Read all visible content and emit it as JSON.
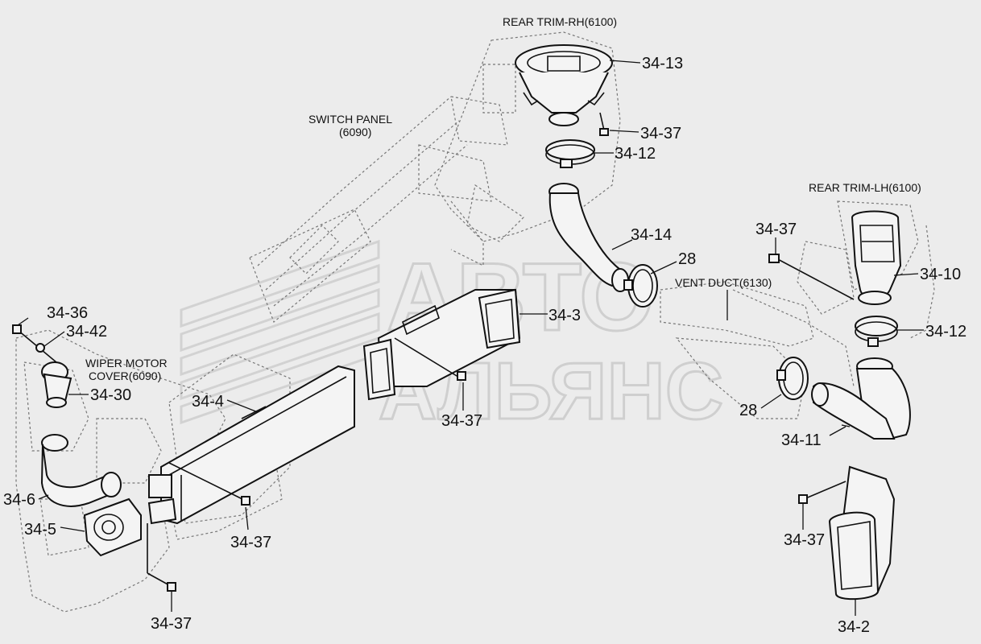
{
  "references": {
    "rear_trim_rh": "REAR TRIM-RH(6100)",
    "rear_trim_lh": "REAR TRIM-LH(6100)",
    "switch_panel_1": "SWITCH PANEL",
    "switch_panel_2": "(6090)",
    "wiper_cover_1": "WIPER MOTOR",
    "wiper_cover_2": "COVER(6090)",
    "vent_duct": "VENT DUCT(6130)"
  },
  "watermark": {
    "line1": "АВТО",
    "line2": "АЛЬЯНС"
  },
  "parts": {
    "p34_13": "34-13",
    "p34_37_a": "34-37",
    "p34_12_a": "34-12",
    "p34_14": "34-14",
    "p28_a": "28",
    "p34_37_b": "34-37",
    "p34_10": "34-10",
    "p34_12_b": "34-12",
    "p34_3": "34-3",
    "p28_b": "28",
    "p34_11": "34-11",
    "p34_36": "34-36",
    "p34_42": "34-42",
    "p34_30": "34-30",
    "p34_4": "34-4",
    "p34_37_c": "34-37",
    "p34_6": "34-6",
    "p34_5": "34-5",
    "p34_37_d": "34-37",
    "p34_37_e": "34-37",
    "p34_37_f": "34-37",
    "p34_2": "34-2"
  }
}
